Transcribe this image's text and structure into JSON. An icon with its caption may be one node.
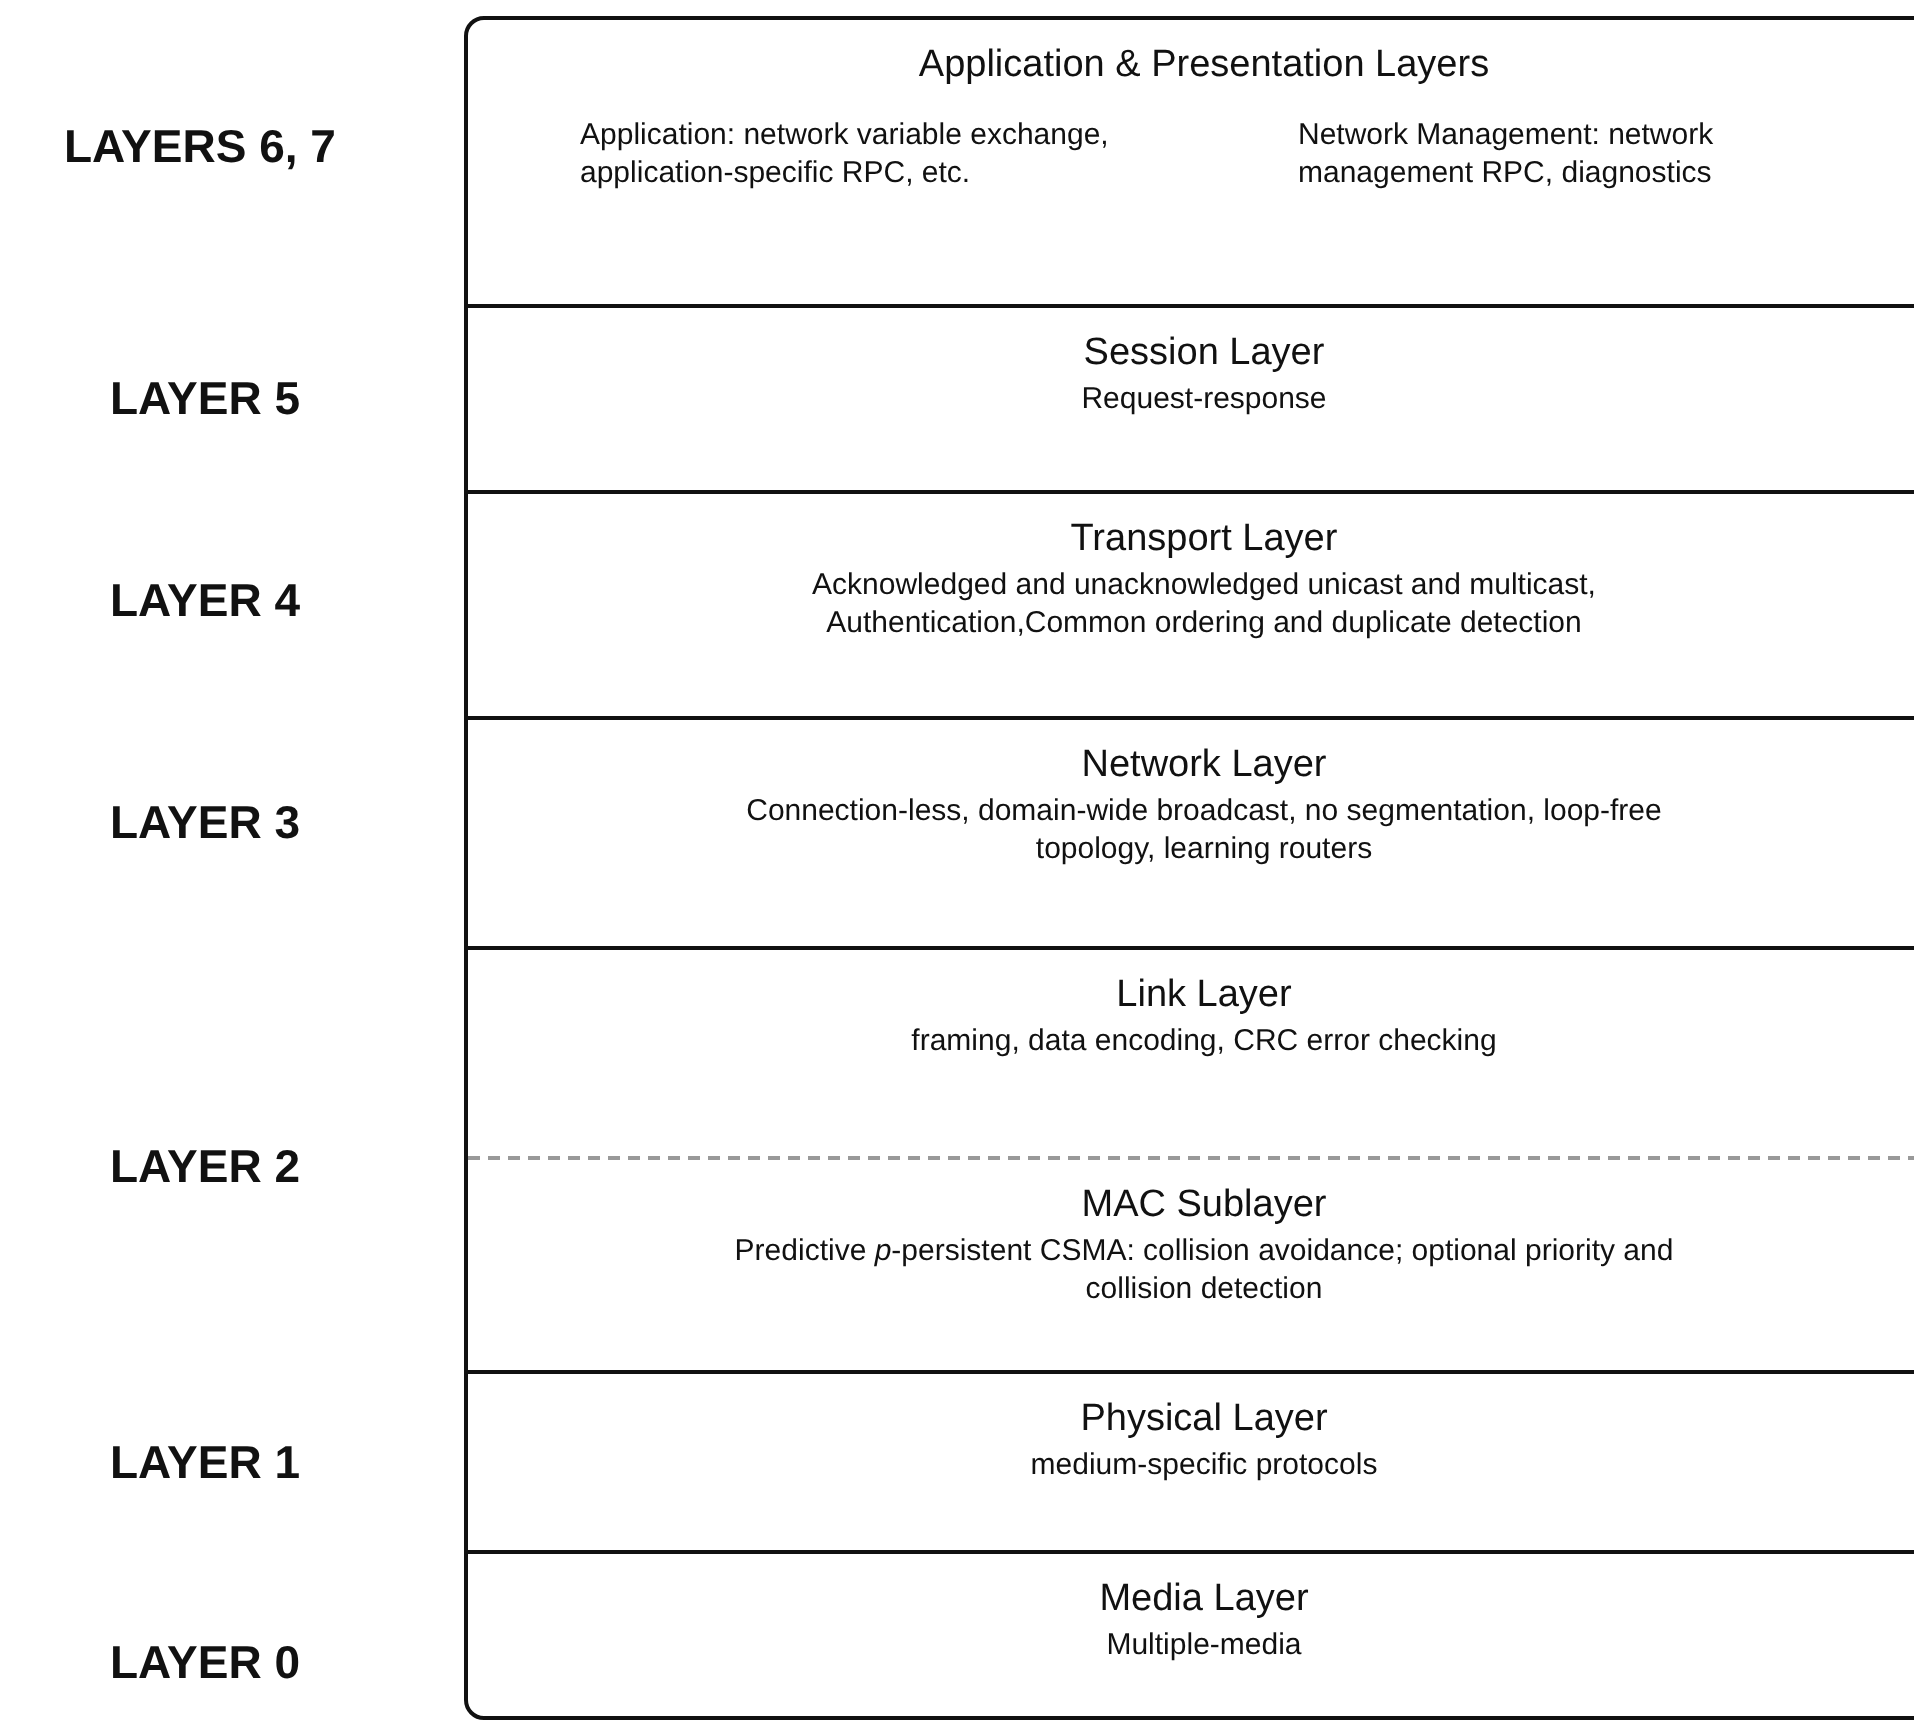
{
  "diagram": {
    "nodes": [
      {
        "text": [
          "Application & Presentation Layers",
          "Application: network variable exchange, application-specific RPC, etc.",
          "Network Management: network management RPC, diagnostics"
        ]
      },
      {
        "text": [
          "Session Layer",
          "Request-response"
        ]
      },
      {
        "text": [
          "Transport Layer",
          "Acknowledged and unacknowledged unicast and multicast, Authentication,Common ordering and duplicate detection"
        ]
      },
      {
        "text": [
          "Network Layer",
          "Connection-less, domain-wide broadcast, no segmentation, loop-free topology, learning routers"
        ]
      },
      {
        "text": [
          "Link Layer",
          "framing, data encoding, CRC error checking"
        ]
      },
      {
        "text": [
          "MAC Sublayer",
          "Predictive *p*-persistent CSMA: collision avoidance; optional priority and collision detection"
        ]
      },
      {
        "text": [
          "Physical Layer",
          "medium-specific protocols"
        ]
      },
      {
        "text": [
          "Media Layer",
          "Multiple-media"
        ]
      }
    ],
    "labels": [
      "LAYERS 6, 7",
      "LAYER 5",
      "LAYER 4",
      "LAYER 3",
      "LAYER 2",
      "LAYER 1",
      "LAYER 0"
    ]
  }
}
